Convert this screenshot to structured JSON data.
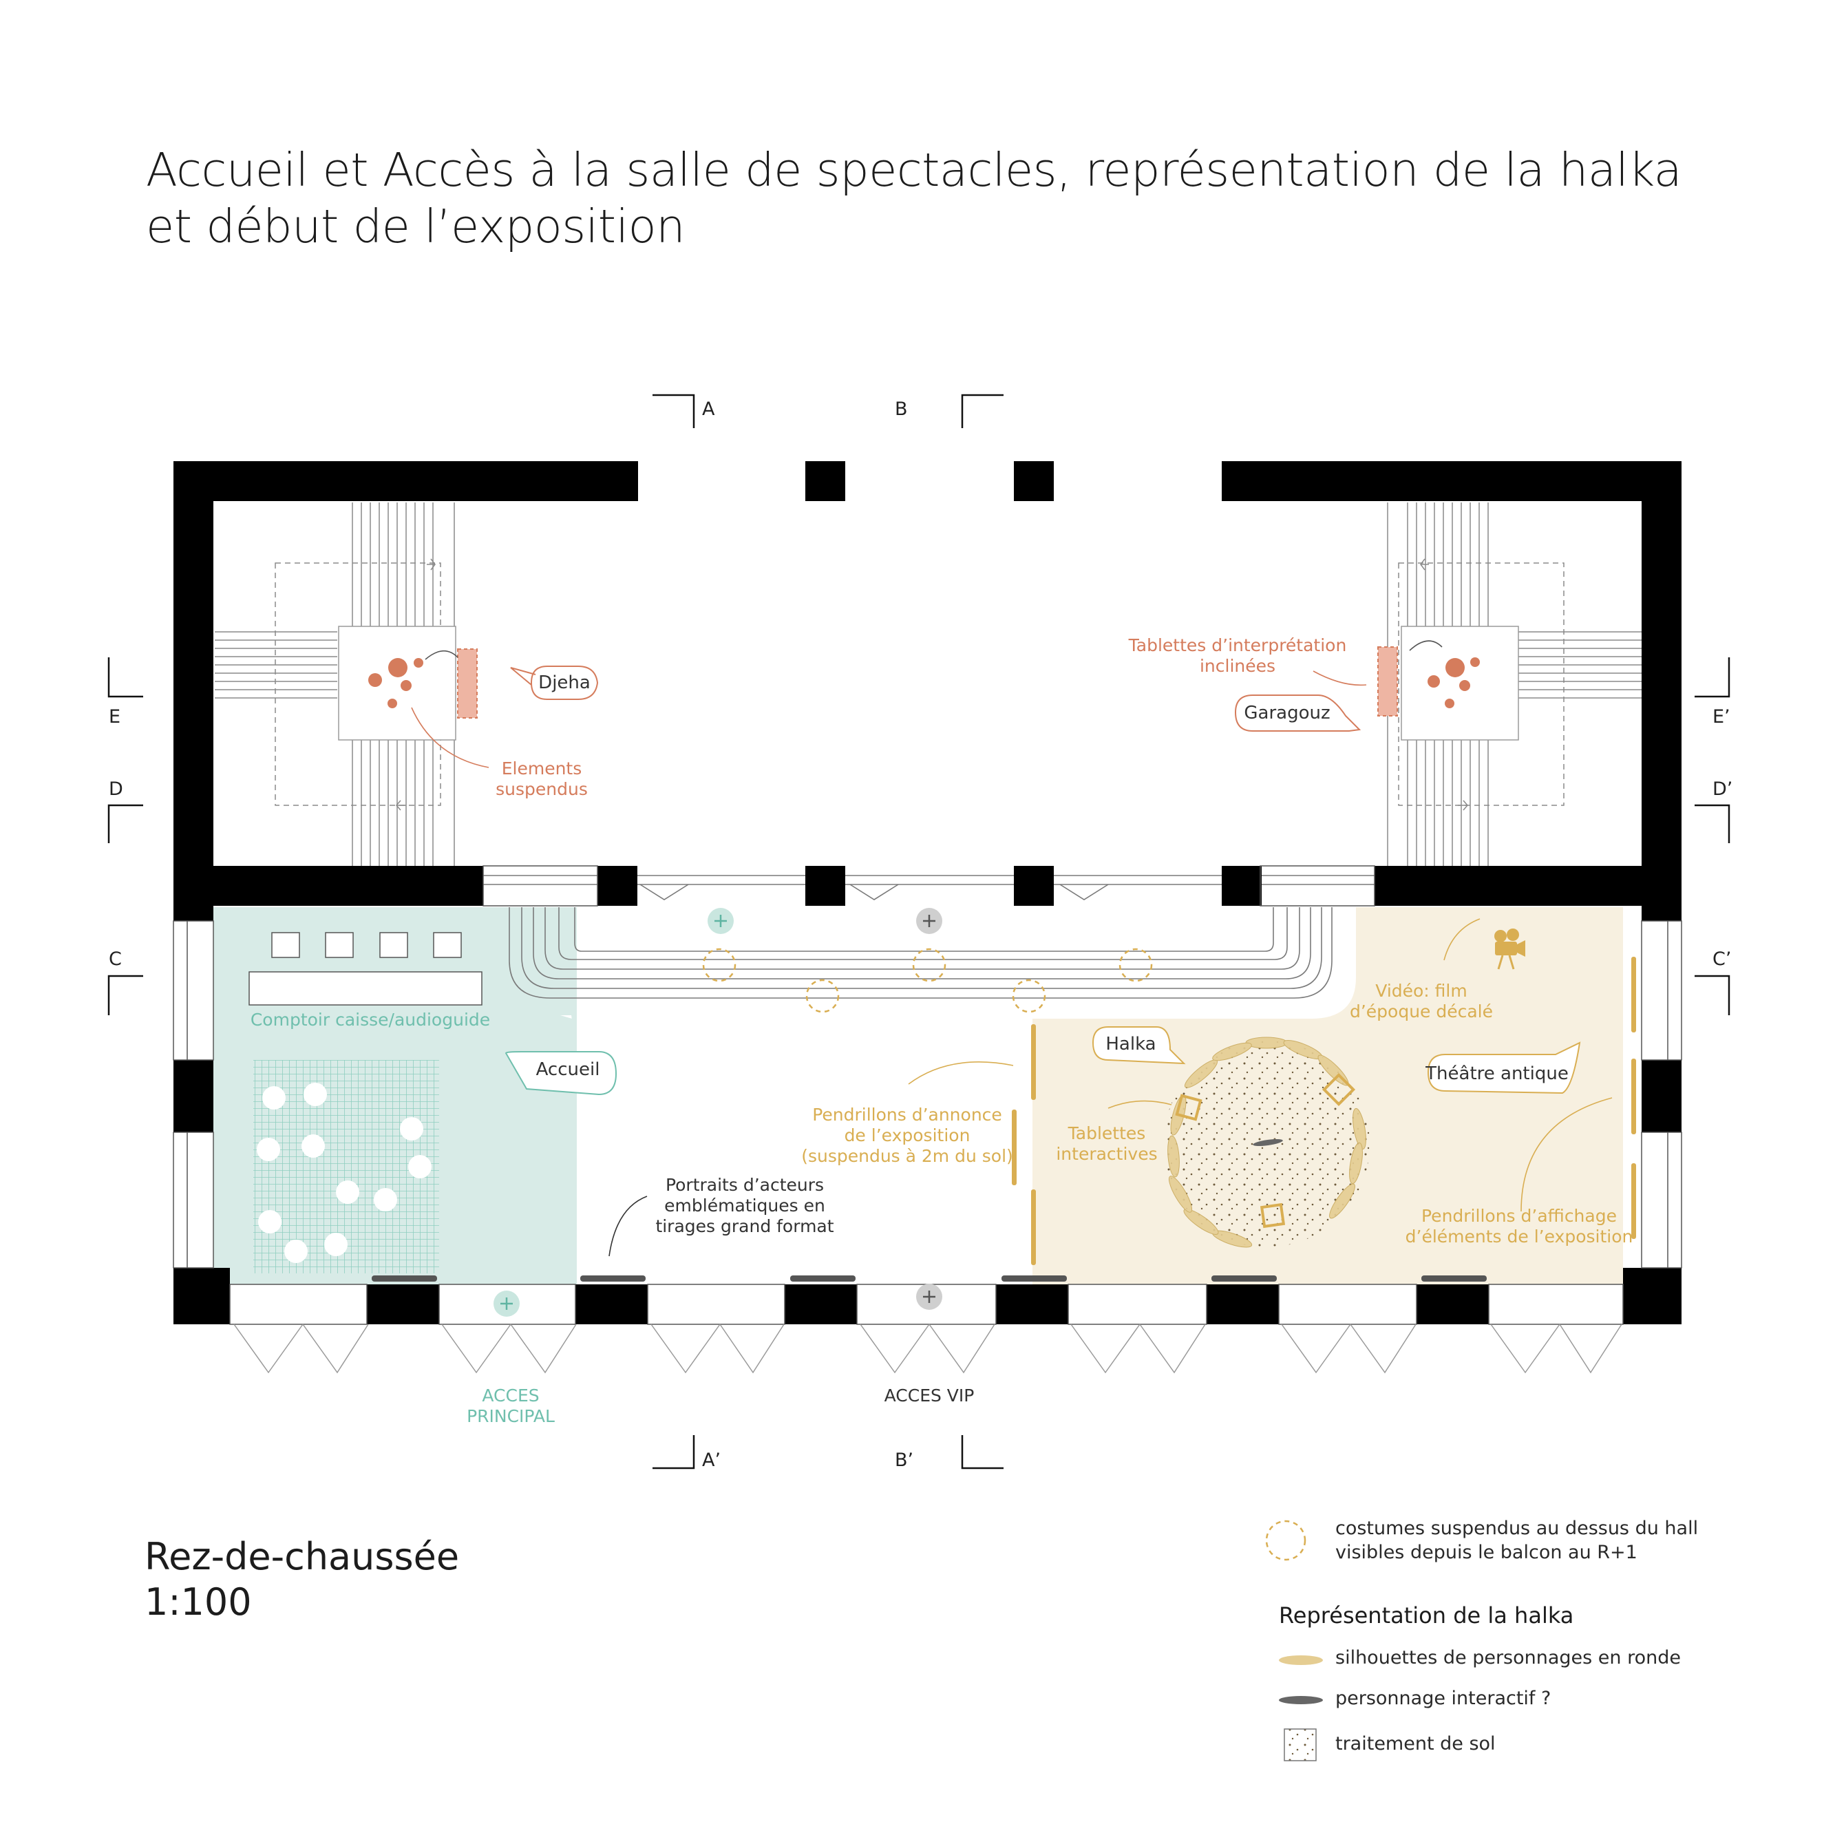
{
  "title": {
    "line1": "Accueil et Accès à la salle de spectacles, représentation de la halka",
    "line2": "et début de l’exposition"
  },
  "level": {
    "name": "Rez-de-chaussée",
    "scale": "1:100"
  },
  "section_markers": {
    "A": "A",
    "A_prime": "A’",
    "B": "B",
    "B_prime": "B’",
    "C": "C",
    "C_prime": "C’",
    "D": "D",
    "D_prime": "D’",
    "E": "E",
    "E_prime": "E’"
  },
  "bubbles": {
    "djeha": "Djeha",
    "garagouz": "Garagouz",
    "accueil": "Accueil",
    "halka": "Halka",
    "theatre": "Théâtre antique"
  },
  "annotations": {
    "elements_suspendus": [
      "Elements",
      "suspendus"
    ],
    "tablettes_inclinees": [
      "Tablettes d’interprétation",
      "inclinées"
    ],
    "comptoir": "Comptoir caisse/audioguide",
    "video": [
      "Vidéo: film",
      "d’époque décalé"
    ],
    "pendrillons_annonce": [
      "Pendrillons d’annonce",
      "de l’exposition",
      "(suspendus à 2m du sol)"
    ],
    "tablettes_interactives": [
      "Tablettes",
      "interactives"
    ],
    "portraits": [
      "Portraits d’acteurs",
      "emblématiques en",
      "tirages grand format"
    ],
    "pendrillons_affichage": [
      "Pendrillons d’affichage",
      "d’éléments de l’exposition"
    ],
    "acces_principal": [
      "ACCES",
      "PRINCIPAL"
    ],
    "acces_vip": "ACCES VIP"
  },
  "legend": {
    "costumes": [
      "costumes suspendus au dessus du hall",
      "visibles depuis le balcon au R+1"
    ],
    "halka_heading": "Représentation de la halka",
    "silhouettes": "silhouettes de personnages en ronde",
    "interactif": "personnage interactif ?",
    "sol": "traitement de sol"
  },
  "colors": {
    "wall": "#000000",
    "teal_zone": "#d8ebe7",
    "teal_text": "#6fbfad",
    "cream_zone": "#f7f0e0",
    "gold": "#d9ae52",
    "terracotta": "#d57c5c",
    "terracotta_fill": "#eeb5a3",
    "grey_mark": "#777777"
  },
  "icons": [
    "plus-circle-icon",
    "film-camera-icon"
  ]
}
